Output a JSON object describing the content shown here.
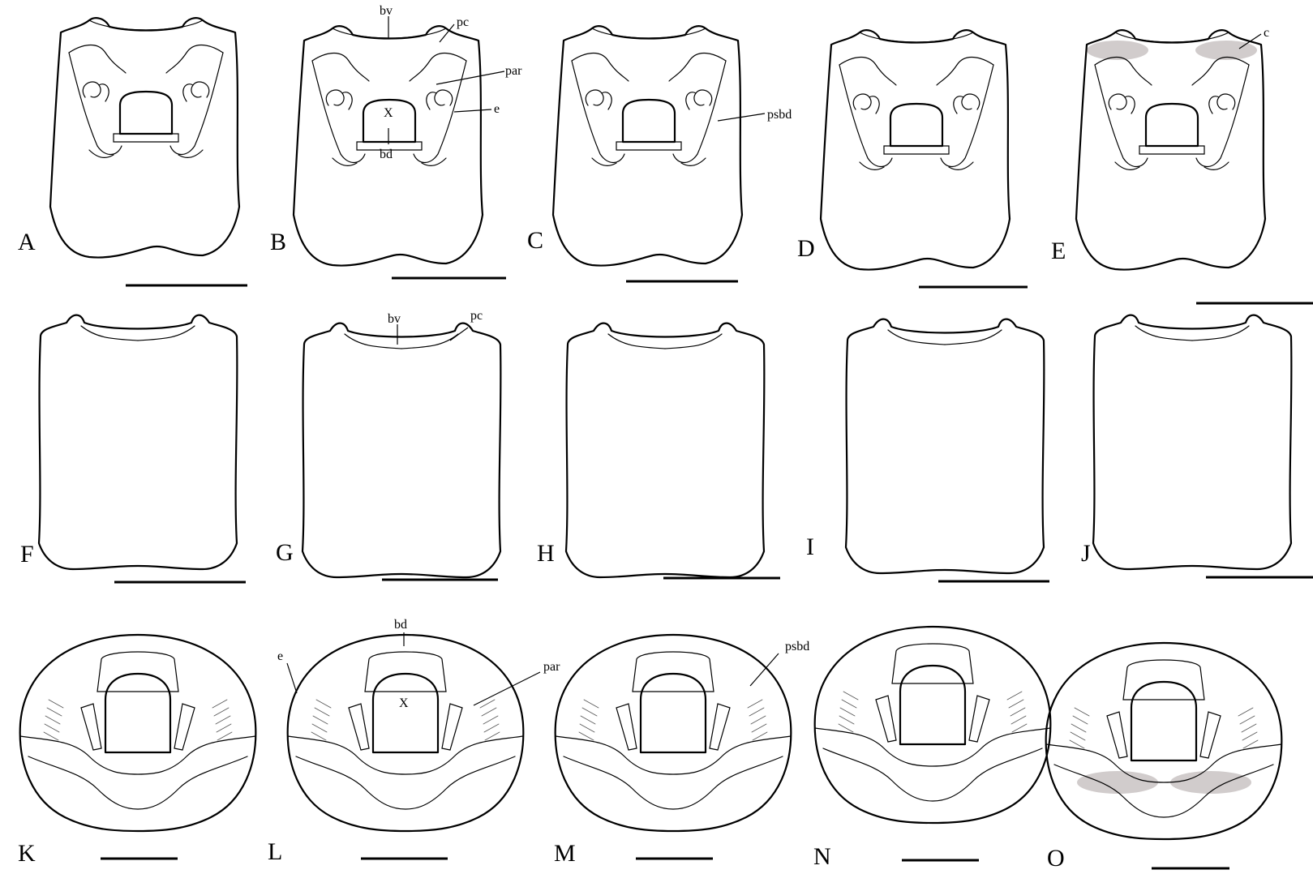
{
  "panels": [
    {
      "id": "A",
      "letter": "A"
    },
    {
      "id": "B",
      "letter": "B"
    },
    {
      "id": "C",
      "letter": "C"
    },
    {
      "id": "D",
      "letter": "D"
    },
    {
      "id": "E",
      "letter": "E"
    },
    {
      "id": "F",
      "letter": "F"
    },
    {
      "id": "G",
      "letter": "G"
    },
    {
      "id": "H",
      "letter": "H"
    },
    {
      "id": "I",
      "letter": "I"
    },
    {
      "id": "J",
      "letter": "J"
    },
    {
      "id": "K",
      "letter": "K"
    },
    {
      "id": "L",
      "letter": "L"
    },
    {
      "id": "M",
      "letter": "M"
    },
    {
      "id": "N",
      "letter": "N"
    },
    {
      "id": "O",
      "letter": "O"
    }
  ],
  "annotations": {
    "B": {
      "bv": "bv",
      "pc": "pc",
      "par": "par",
      "e": "e",
      "x": "X",
      "bd": "bd"
    },
    "C": {
      "psbd": "psbd"
    },
    "E": {
      "c": "c"
    },
    "G": {
      "bv": "bv",
      "pc": "pc"
    },
    "L": {
      "bd": "bd",
      "e": "e",
      "par": "par",
      "x": "X"
    },
    "M": {
      "psbd": "psbd"
    }
  },
  "colors": {
    "line": "#000000",
    "shading": "#c9c3c3",
    "background": "#ffffff"
  }
}
